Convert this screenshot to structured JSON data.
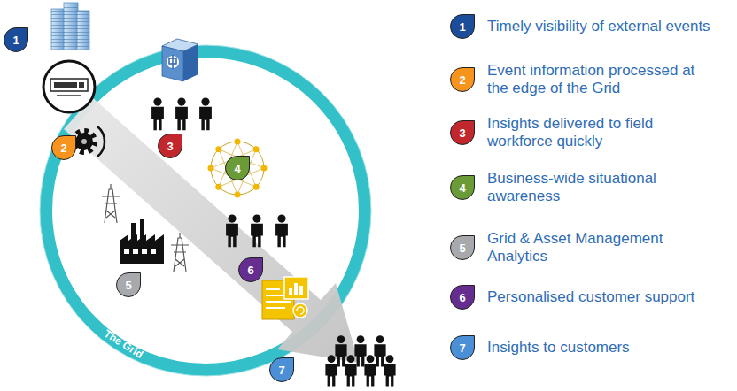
{
  "diagram": {
    "nodes": [
      {
        "text": [
          "The Grid"
        ]
      }
    ],
    "labels": [
      "1",
      "2",
      "3",
      "4",
      "5",
      "6",
      "7",
      "1",
      "2",
      "3",
      "4",
      "5",
      "6",
      "7"
    ],
    "legend": [
      {
        "text": "Timely visibility of external events",
        "color": "#1b4d9b"
      },
      {
        "text": "Event information processed at the edge of the Grid",
        "color": "#f7941d"
      },
      {
        "text": "Insights delivered to field workforce quickly",
        "color": "#c1272d"
      },
      {
        "text": "Business-wide situational awareness",
        "color": "#6b9b37"
      },
      {
        "text": "Grid & Asset Management Analytics",
        "color": "#a7a9ac"
      },
      {
        "text": "Personalised customer support",
        "color": "#662d91"
      },
      {
        "text": "Insights to customers",
        "color": "#4b8fd6"
      }
    ]
  }
}
